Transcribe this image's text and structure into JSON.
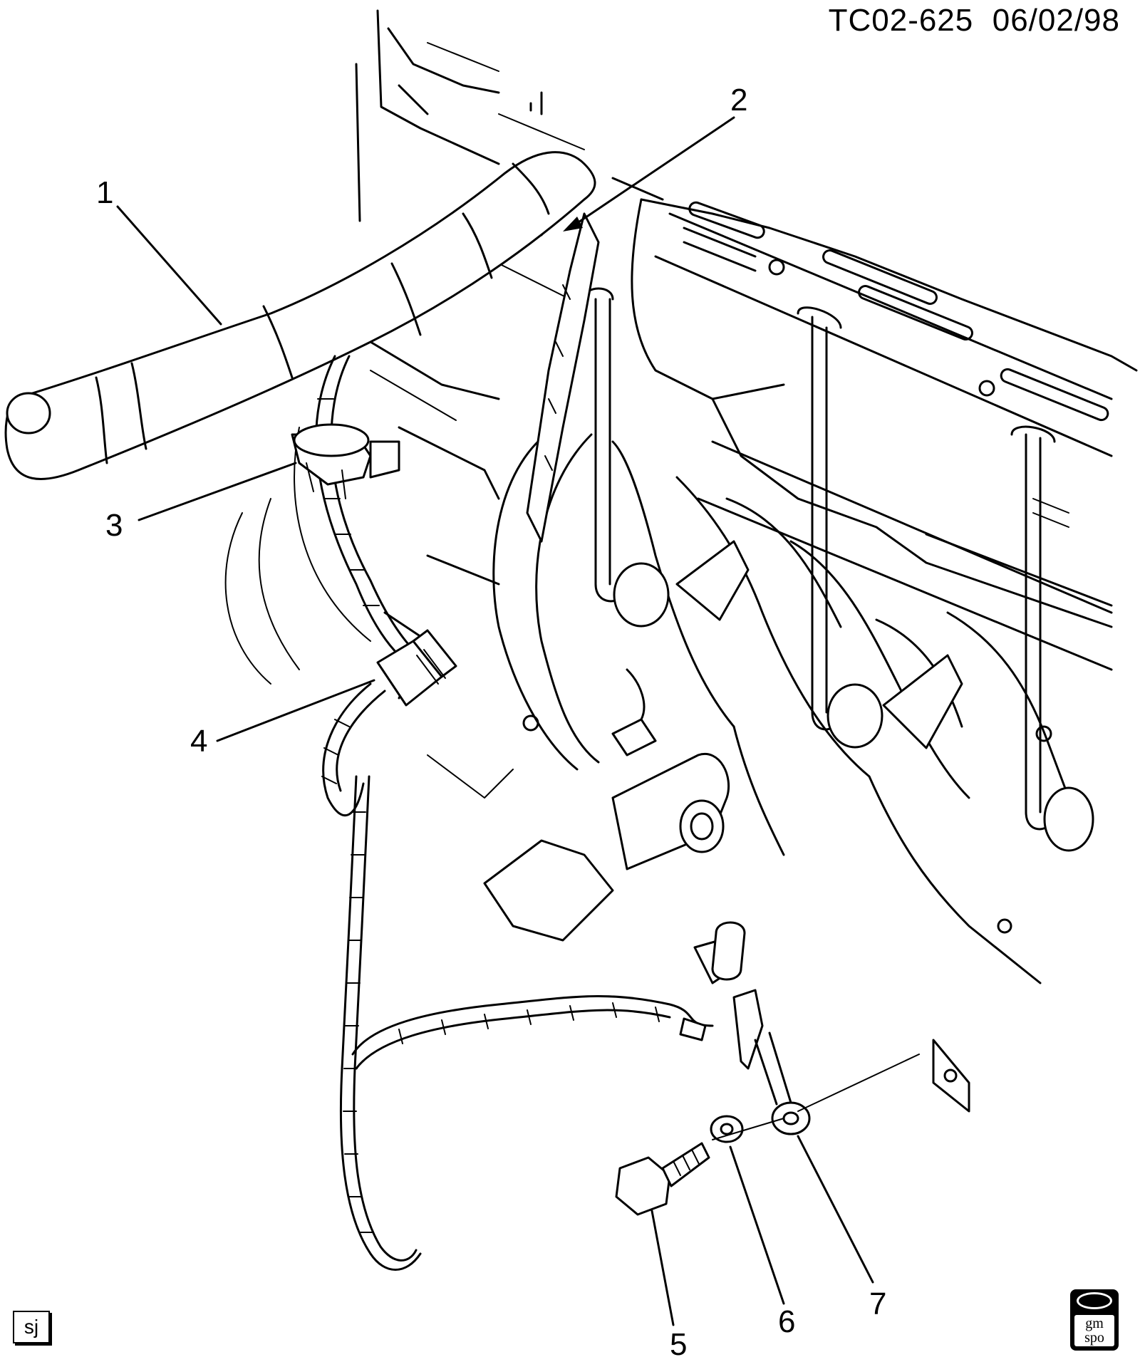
{
  "header": {
    "drawing_code": "TC02-625",
    "date": "06/02/98"
  },
  "callouts": [
    "1",
    "2",
    "3",
    "4",
    "5",
    "6",
    "7"
  ],
  "footer": {
    "sj_label": "sj",
    "logo_line1": "gm",
    "logo_line2": "spo"
  }
}
